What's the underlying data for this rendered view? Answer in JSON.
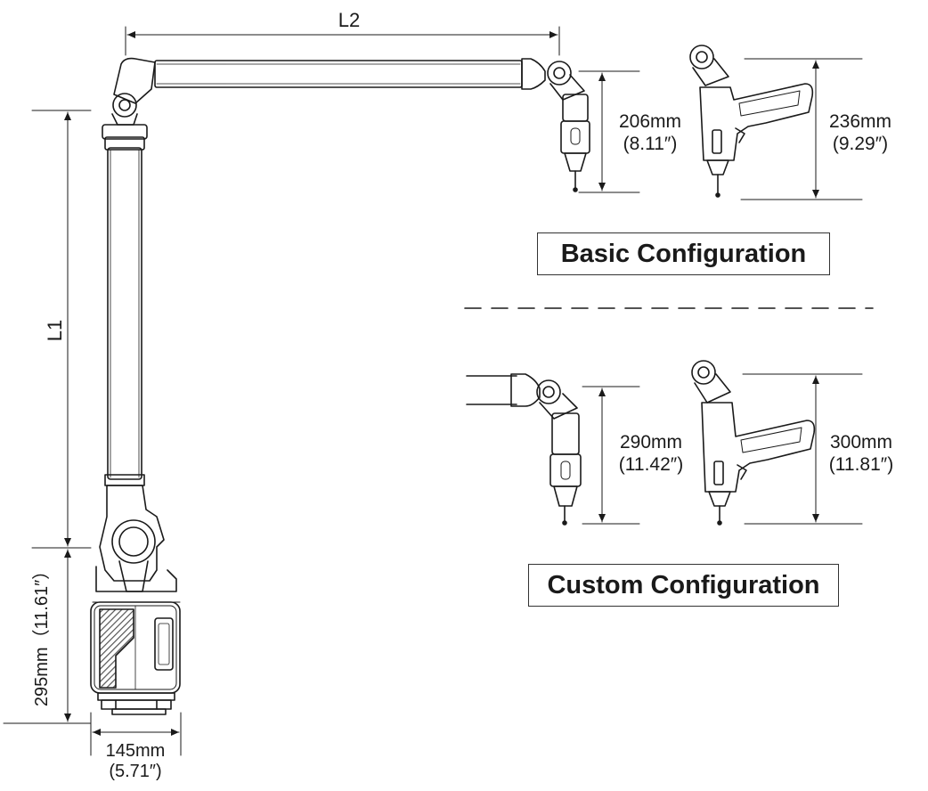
{
  "dimensions": {
    "l2": "L2",
    "l1": "L1",
    "base_height": "295mm（11.61″）",
    "base_width_mm": "145mm",
    "base_width_in": "(5.71″)",
    "basic_probe_mm": "206mm",
    "basic_probe_in": "(8.11″)",
    "basic_scanner_mm": "236mm",
    "basic_scanner_in": "(9.29″)",
    "custom_probe_mm": "290mm",
    "custom_probe_in": "(11.42″)",
    "custom_scanner_mm": "300mm",
    "custom_scanner_in": "(11.81″)"
  },
  "configurations": {
    "basic": "Basic Configuration",
    "custom": "Custom Configuration"
  },
  "colors": {
    "line": "#1a1a1a",
    "hatch": "#555555"
  }
}
